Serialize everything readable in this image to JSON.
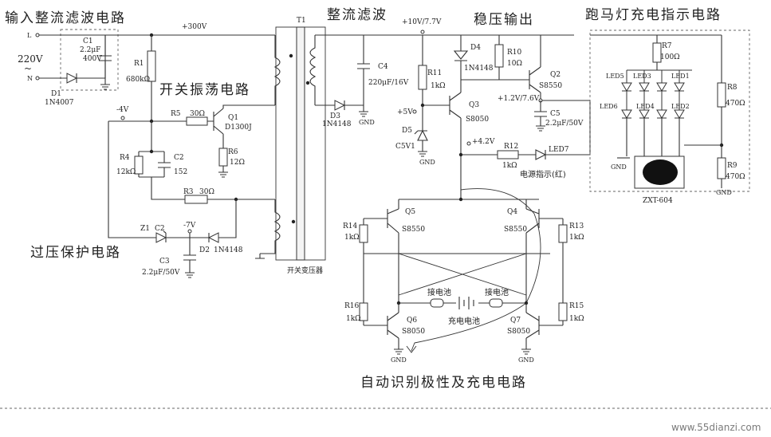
{
  "titles": {
    "input_rectifier": "输入整流滤波电路",
    "switch_osc": "开关振荡电路",
    "overvoltage": "过压保护电路",
    "rectifier_filter": "整流滤波",
    "regulator": "稳压输出",
    "led_indicator": "跑马灯充电指示电路",
    "auto_polarity": "自动识别极性及充电电路"
  },
  "labels": {
    "mains": "220V",
    "tilde": "~",
    "l": "L",
    "n": "N",
    "v300": "+300V",
    "t1": "T1",
    "v10": "+10V/7.7V",
    "v5": "+5V",
    "vneg4": "-4V",
    "vneg7": "-7V",
    "v12": "+1.2V/7.6V",
    "v42": "+4.2V",
    "power_indicator": "电源指示(红)",
    "transformer": "开关变压器",
    "zxt": "ZXT-604",
    "batt_left": "接电池",
    "batt_right": "接电池",
    "charge_batt": "充电电池",
    "gnd": "GND",
    "watermark": "www.55dianzi.com"
  },
  "components": {
    "c1": "C1",
    "c1v": "2.2μF",
    "c1b": "400V",
    "d1": "D1",
    "d1v": "1N4007",
    "r1": "R1",
    "r1v": "680kΩ",
    "r5": "R5",
    "r5v": "30Ω",
    "q1": "Q1",
    "q1v": "D1300J",
    "r6": "R6",
    "r6v": "12Ω",
    "r4": "R4",
    "r4v": "12kΩ",
    "c2": "C2",
    "c2v": "152",
    "r3": "R3",
    "r3v": "30Ω",
    "z1": "Z1",
    "z1b": "C2",
    "d2": "D2",
    "d2v": "1N4148",
    "c3": "C3",
    "c3v": "2.2μF/50V",
    "d3": "D3",
    "d3v": "1N4148",
    "c4": "C4",
    "c4v": "220μF/16V",
    "r11": "R11",
    "r11v": "1kΩ",
    "d4": "D4",
    "d4v": "1N4148",
    "r10": "R10",
    "r10v": "10Ω",
    "q2": "Q2",
    "q2v": "S8550",
    "q3": "Q3",
    "q3v": "S8050",
    "d5": "D5",
    "d5v": "C5V1",
    "c5": "C5",
    "c5v": "2.2μF/50V",
    "r12": "R12",
    "r12v": "1kΩ",
    "led7": "LED7",
    "r7": "R7",
    "r7v": "100Ω",
    "r8": "R8",
    "r8v": "470Ω",
    "r9": "R9",
    "r9v": "470Ω",
    "led1": "LED1",
    "led2": "LED2",
    "led3": "LED3",
    "led4": "LED4",
    "led5": "LED5",
    "led6": "LED6",
    "q5": "Q5",
    "q5v": "S8550",
    "q4": "Q4",
    "q4v": "S8550",
    "q6": "Q6",
    "q6v": "S8050",
    "q7": "Q7",
    "q7v": "S8050",
    "r14": "R14",
    "r14v": "1kΩ",
    "r13": "R13",
    "r13v": "1kΩ",
    "r16": "R16",
    "r16v": "1kΩ",
    "r15": "R15",
    "r15v": "1kΩ"
  }
}
